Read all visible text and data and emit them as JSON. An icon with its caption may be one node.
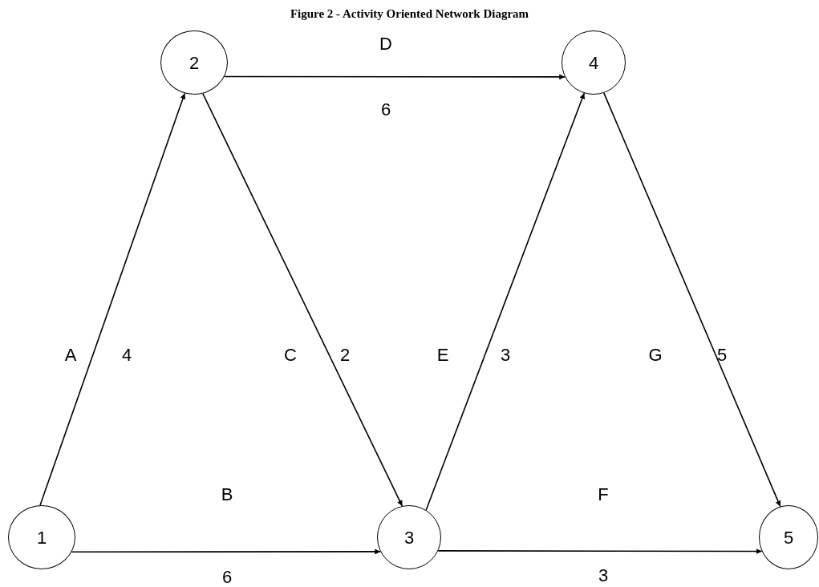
{
  "diagram": {
    "title": "Figure 2 - Activity Oriented Network Diagram",
    "nodes": [
      {
        "text": [
          "1"
        ]
      },
      {
        "text": [
          "2"
        ]
      },
      {
        "text": [
          "3"
        ]
      },
      {
        "text": [
          "4"
        ]
      },
      {
        "text": [
          "5"
        ]
      }
    ],
    "edges": [
      {
        "from": 1,
        "to": 3,
        "arrow": "to",
        "label": "D"
      },
      {
        "from": 0,
        "to": 1,
        "arrow": "to",
        "label": "A"
      },
      {
        "from": 1,
        "to": 2,
        "arrow": "to",
        "label": "C"
      },
      {
        "from": 2,
        "to": 3,
        "arrow": "to",
        "label": "E"
      },
      {
        "from": 3,
        "to": 4,
        "arrow": "to",
        "label": "G"
      },
      {
        "from": 0,
        "to": 2,
        "arrow": "to",
        "label": "B"
      },
      {
        "from": 2,
        "to": 4,
        "arrow": "to",
        "label": "F"
      }
    ],
    "labels": [
      "6",
      "4",
      "2",
      "3",
      "5",
      "6",
      "3"
    ]
  }
}
